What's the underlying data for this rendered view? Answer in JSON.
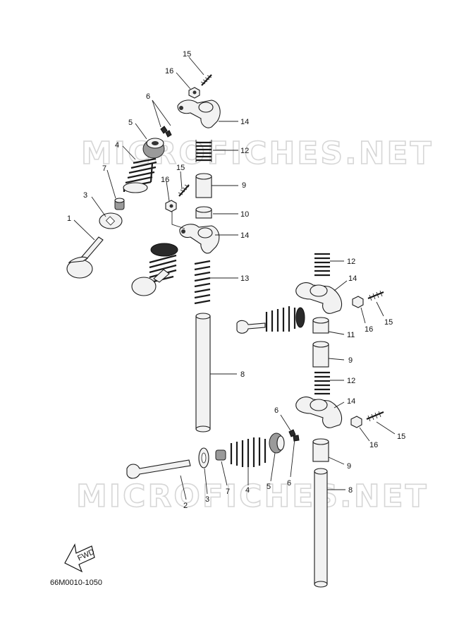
{
  "watermark": "MICROFICHES.NET",
  "diagram_code": "66M0010-1050",
  "fwd_label": "FWD",
  "callouts": {
    "c15a": "15",
    "c16a": "16",
    "c6a": "6",
    "c14a": "14",
    "c5a": "5",
    "c4a": "4",
    "c12a": "12",
    "c7a": "7",
    "c15b": "15",
    "c9a": "9",
    "c3a": "3",
    "c16b": "16",
    "c10": "10",
    "c1": "1",
    "c14b": "14",
    "c13": "13",
    "c12b": "12",
    "c14c": "14",
    "c15c": "15",
    "c16c": "16",
    "c11": "11",
    "c9b": "9",
    "c8a": "8",
    "c12c": "12",
    "c14d": "14",
    "c6b": "6",
    "c15d": "15",
    "c16d": "16",
    "c9c": "9",
    "c6c": "6",
    "c2": "2",
    "c3b": "3",
    "c7b": "7",
    "c4b": "4",
    "c5b": "5",
    "c8b": "8"
  }
}
